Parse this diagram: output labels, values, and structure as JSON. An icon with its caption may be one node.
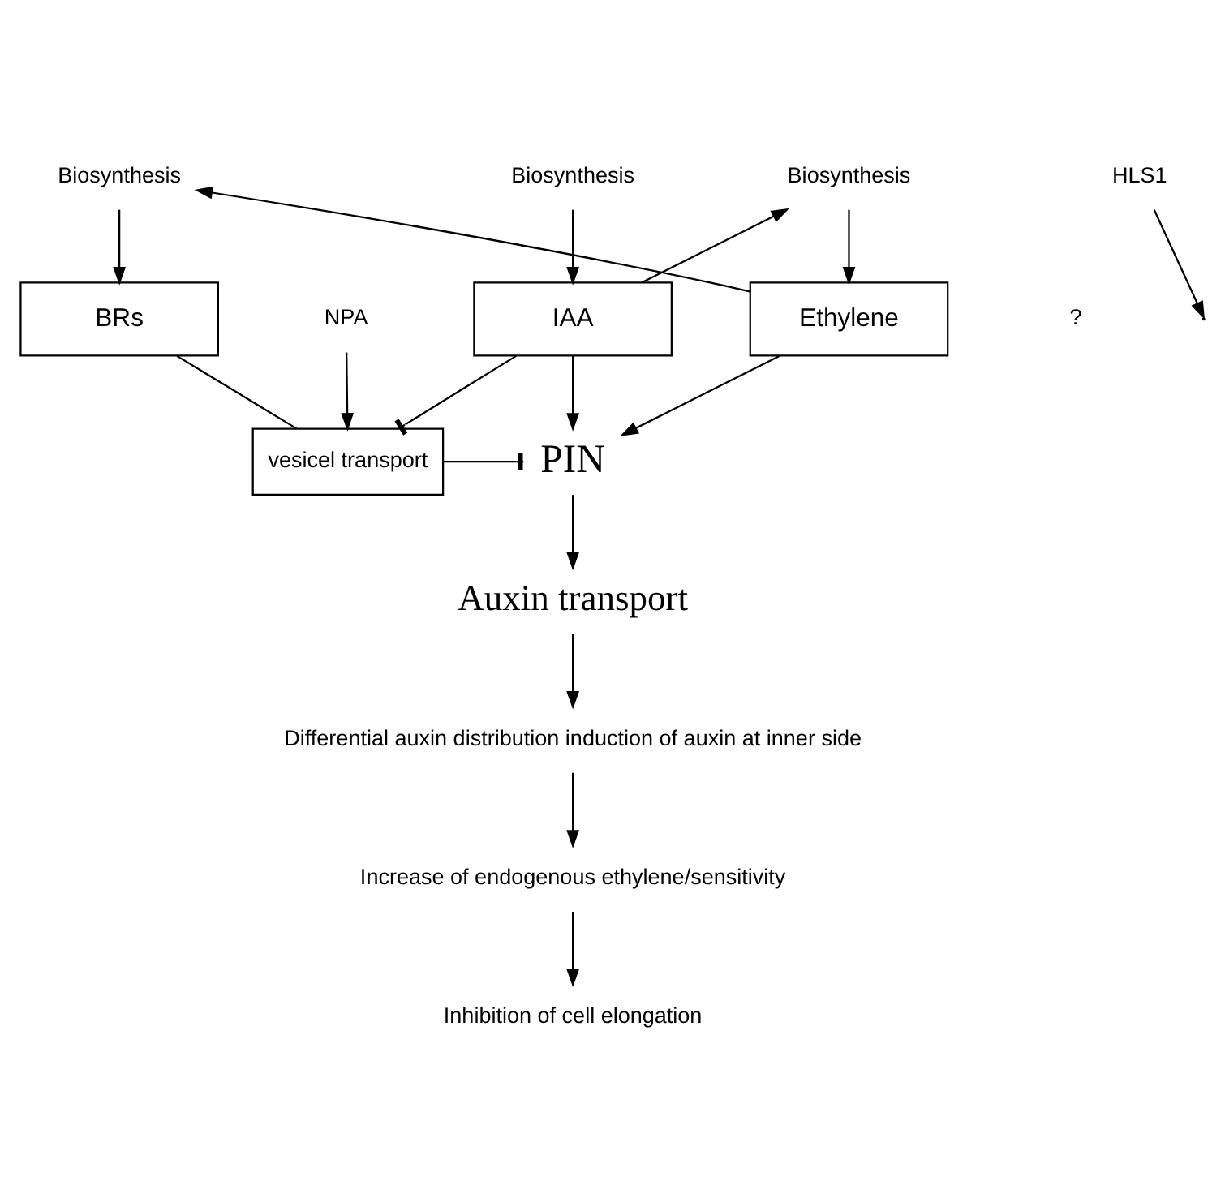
{
  "diagram": {
    "nodes": [
      {
        "text": [
          "Biosynthesis"
        ]
      },
      {
        "text": [
          "Biosynthesis"
        ]
      },
      {
        "text": [
          "Biosynthesis"
        ]
      },
      {
        "text": [
          "Ethylene"
        ]
      },
      {
        "text": [
          "IAA"
        ]
      },
      {
        "text": [
          "BRs"
        ]
      },
      {
        "text": [
          "HLS1"
        ]
      },
      {
        "text": [
          "NPA"
        ]
      },
      {
        "text": [
          "PIN"
        ]
      },
      {
        "text": [
          "vesicel transport"
        ]
      },
      {
        "text": [
          "Auxin transport"
        ]
      },
      {
        "text": [
          "Differential auxin distribution induction of auxin at inner side"
        ]
      },
      {
        "text": [
          "Increase of endogenous ethylene/sensitivity"
        ]
      },
      {
        "text": [
          "Inhibition of cell elongation"
        ]
      }
    ],
    "edges": [
      {
        "from": 0,
        "to": 3,
        "arrow": "to"
      },
      {
        "from": 4,
        "to": 0,
        "arrow": "to"
      },
      {
        "from": 1,
        "to": 4,
        "arrow": "to"
      },
      {
        "from": 3,
        "to": 2,
        "arrow": "to"
      },
      {
        "from": 2,
        "to": 5,
        "arrow": "to"
      },
      {
        "from": 3,
        "to": 8,
        "arrow": "to"
      },
      {
        "from": 4,
        "to": 8,
        "arrow": "to"
      },
      {
        "from": 6,
        "to": null,
        "arrow": "to"
      },
      {
        "from": 4,
        "to": 9,
        "arrow": "other"
      },
      {
        "from": 7,
        "to": 9,
        "arrow": "to"
      },
      {
        "from": 5,
        "to": 9,
        "arrow": "none"
      },
      {
        "from": 9,
        "to": 8,
        "arrow": "other"
      },
      {
        "from": 8,
        "to": 10,
        "arrow": "to"
      },
      {
        "from": 10,
        "to": 11,
        "arrow": "to"
      },
      {
        "from": 11,
        "to": 12,
        "arrow": "to"
      },
      {
        "from": 12,
        "to": 13,
        "arrow": "to"
      }
    ],
    "labels": [
      "?"
    ]
  }
}
